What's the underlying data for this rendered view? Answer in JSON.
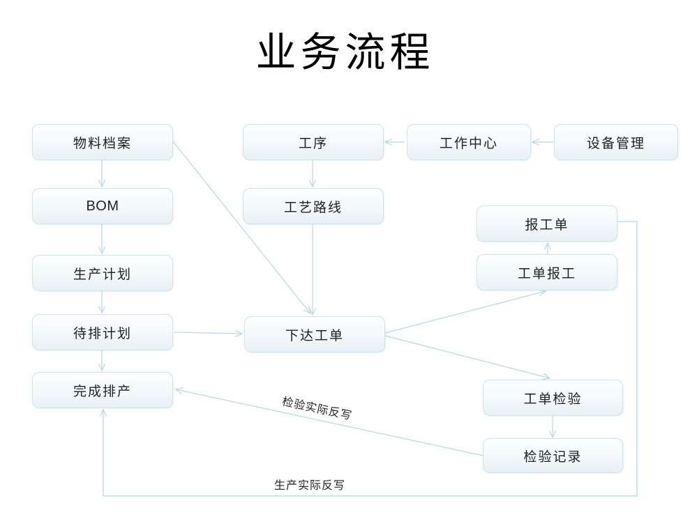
{
  "title": "业务流程",
  "nodes": {
    "material_archive": {
      "label": "物料档案"
    },
    "operation": {
      "label": "工序"
    },
    "work_center": {
      "label": "工作中心"
    },
    "equipment_mgmt": {
      "label": "设备管理"
    },
    "bom": {
      "label": "BOM"
    },
    "process_route": {
      "label": "工艺路线"
    },
    "production_plan": {
      "label": "生产计划"
    },
    "pending_plan": {
      "label": "待排计划"
    },
    "scheduling_done": {
      "label": "完成排产"
    },
    "issue_work_order": {
      "label": "下达工单"
    },
    "work_report_form": {
      "label": "报工单"
    },
    "work_order_reporting": {
      "label": "工单报工"
    },
    "work_order_inspection": {
      "label": "工单检验"
    },
    "inspection_record": {
      "label": "检验记录"
    }
  },
  "edge_labels": {
    "inspection_feedback": "检验实际反写",
    "production_feedback": "生产实际反写"
  },
  "colors": {
    "connector": "#b8d6e3",
    "node_border": "#cfe3ea",
    "node_fill_top": "#fdfeff",
    "node_fill_bottom": "#e8f1f6",
    "text": "#1f1f1f",
    "background": "#ffffff"
  }
}
